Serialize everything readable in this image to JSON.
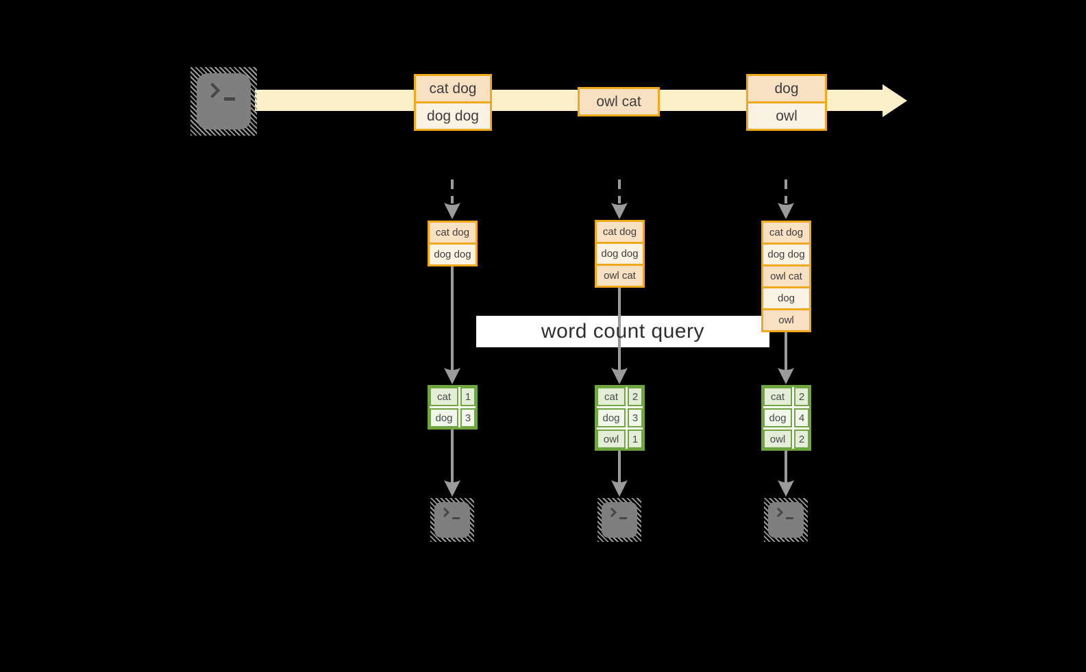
{
  "query_label": "word count query",
  "colors": {
    "background": "#000000",
    "stream_band": "#FAEFC9",
    "record_border": "#F0A81C",
    "record_fill_dark": "#F8E0C3",
    "record_fill_light": "#FCF2E4",
    "table_border": "#6FA63F",
    "table_fill_dark": "#E3EDD7",
    "table_fill_light": "#F2F7EC",
    "arrow_gray": "#9B9B9B",
    "terminal_gray": "#7F7F7F",
    "text": "#3D3D3D"
  },
  "icons": {
    "source": "terminal-icon",
    "sinks": [
      "terminal-icon",
      "terminal-icon",
      "terminal-icon"
    ]
  },
  "stream_batches": [
    {
      "rows": [
        "cat dog",
        "dog dog"
      ]
    },
    {
      "rows": [
        "owl cat"
      ]
    },
    {
      "rows": [
        "dog",
        "owl"
      ]
    }
  ],
  "pipelines": [
    {
      "buffer": [
        "cat dog",
        "dog dog"
      ],
      "counts": [
        {
          "word": "cat",
          "value": "1"
        },
        {
          "word": "dog",
          "value": "3"
        }
      ]
    },
    {
      "buffer": [
        "cat dog",
        "dog dog",
        "owl cat"
      ],
      "counts": [
        {
          "word": "cat",
          "value": "2"
        },
        {
          "word": "dog",
          "value": "3"
        },
        {
          "word": "owl",
          "value": "1"
        }
      ]
    },
    {
      "buffer": [
        "cat dog",
        "dog dog",
        "owl cat",
        "dog",
        "owl"
      ],
      "counts": [
        {
          "word": "cat",
          "value": "2"
        },
        {
          "word": "dog",
          "value": "4"
        },
        {
          "word": "owl",
          "value": "2"
        }
      ]
    }
  ]
}
